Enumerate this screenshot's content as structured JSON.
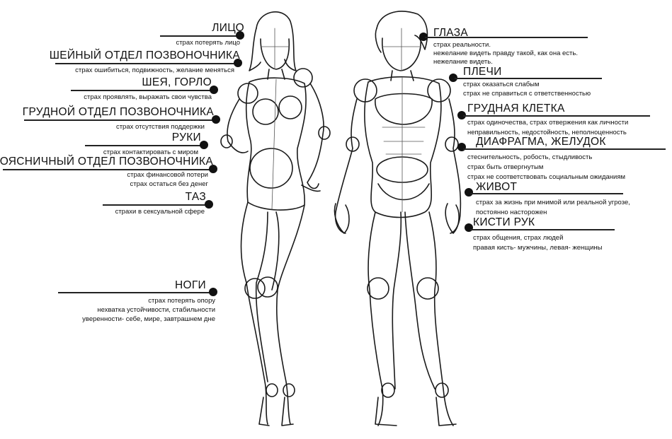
{
  "left": [
    {
      "title": "ЛИЦО",
      "lines": [
        "страх потерять лицо"
      ]
    },
    {
      "title": "ШЕЙНЫЙ ОТДЕЛ ПОЗВОНОЧНИКА",
      "lines": [
        "страх ошибиться, подвижность, желание меняться"
      ]
    },
    {
      "title": "ШЕЯ, ГОРЛО",
      "lines": [
        "страх проявлять, выражать свои чувства"
      ]
    },
    {
      "title": "ГРУДНОЙ ОТДЕЛ ПОЗВОНОЧНИКА",
      "lines": [
        "страх отсутствия поддержки"
      ]
    },
    {
      "title": "РУКИ",
      "lines": [
        "страх контактировать с миром"
      ]
    },
    {
      "title": "ПОЯСНИЧНЫЙ ОТДЕЛ ПОЗВОНОЧНИКА",
      "lines": [
        "страх финансовой потери",
        "страх остаться без денег"
      ]
    },
    {
      "title": "ТАЗ",
      "lines": [
        "страхи в сексуальной сфере"
      ]
    },
    {
      "title": "НОГИ",
      "lines": [
        "страх потерять опору",
        "нехватка устойчивости, стабильности",
        "уверенности- себе, мире, завтрашнем дне"
      ]
    }
  ],
  "right": [
    {
      "title": "ГЛАЗА",
      "lines": [
        "страх реальности.",
        "нежелание видеть правду такой, как она есть.",
        "нежелание видеть."
      ]
    },
    {
      "title": "ПЛЕЧИ",
      "lines": [
        "страх оказаться слабым",
        "страх не справиться с ответственностью"
      ]
    },
    {
      "title": "ГРУДНАЯ КЛЕТКА",
      "lines": [
        "страх одиночества, страх отвержения как личности",
        "неправильность, недостойность, неполноценность"
      ]
    },
    {
      "title": "ДИАФРАГМА, ЖЕЛУДОК",
      "lines": [
        "стеснительность, робость, стыдливость",
        "страх быть отвергнутым",
        "страх не соответствовать социальным ожиданиям"
      ]
    },
    {
      "title": "ЖИВОТ",
      "lines": [
        "страх за жизнь при мнимой или реальной угрозе,",
        "постоянно насторожен"
      ]
    },
    {
      "title": "КИСТИ РУК",
      "lines": [
        "страх общения, страх людей",
        "правая кисть- мужчины, левая- женщины"
      ]
    }
  ]
}
